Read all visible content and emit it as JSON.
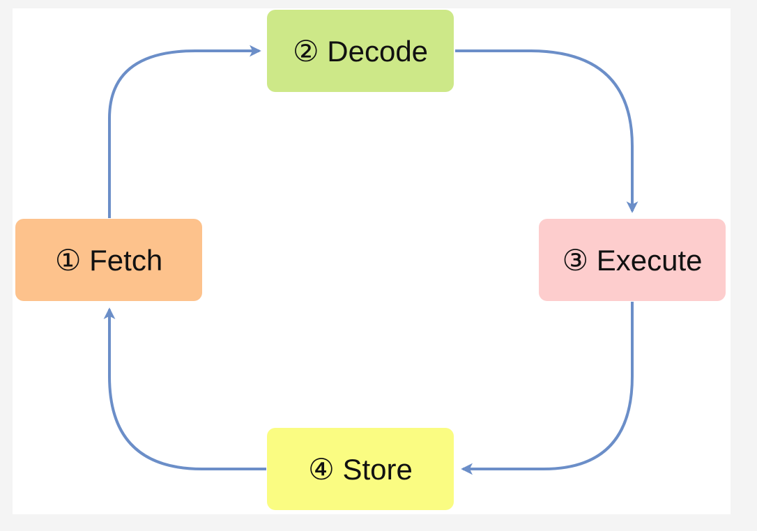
{
  "diagram": {
    "nodes": [
      {
        "id": "decode",
        "label": "② Decode",
        "color": "#cde888"
      },
      {
        "id": "fetch",
        "label": "① Fetch",
        "color": "#fdc28c"
      },
      {
        "id": "execute",
        "label": "③ Execute",
        "color": "#fdcdcd"
      },
      {
        "id": "store",
        "label": "④ Store",
        "color": "#fafc82"
      }
    ],
    "edges": [
      {
        "from": "fetch",
        "to": "decode"
      },
      {
        "from": "decode",
        "to": "execute"
      },
      {
        "from": "execute",
        "to": "store"
      },
      {
        "from": "store",
        "to": "fetch"
      }
    ],
    "arrow_color": "#6b8ec8"
  }
}
